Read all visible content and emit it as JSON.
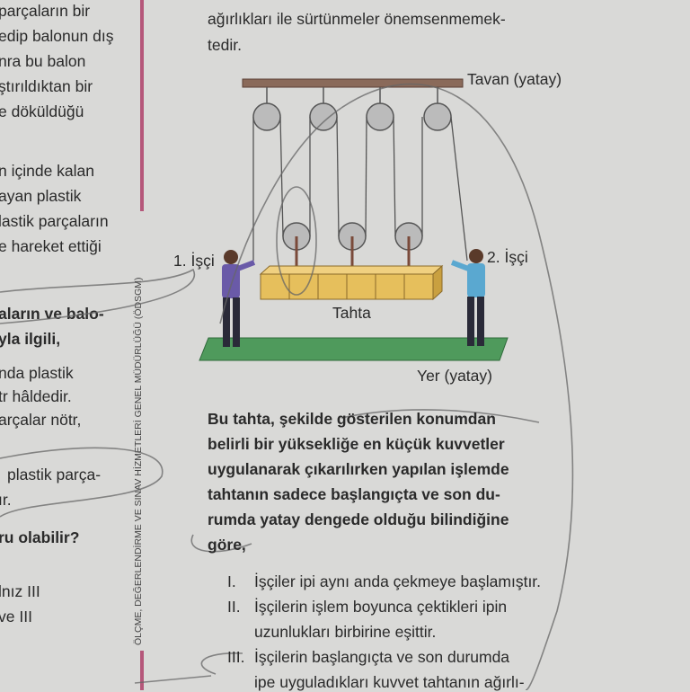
{
  "left_column": {
    "lines": [
      "parçaların bir",
      "edip balonun dış",
      "nra bu balon",
      "ştırıldıktan bir",
      "e döküldüğü",
      "n içinde kalan",
      "ayan plastik",
      "lastik parçaların",
      "e hareket ettiği"
    ],
    "bold_lines": [
      "aların ve balo-",
      "yla ilgili,"
    ],
    "lines2": [
      "nda plastik",
      "tr hâldedir.",
      "arçalar nötr,",
      "plastik parça-",
      "ır."
    ],
    "question": "ru olabilir?",
    "options": [
      "lnız III",
      "ve III"
    ]
  },
  "side_text": "ÖLÇME, DEĞERLENDİRME VE SINAV HİZMETLERİ GENEL MÜDÜRLÜĞÜ  (ÖDSGM)",
  "main": {
    "intro_lines": [
      "ağırlıkları ile sürtünmeler önemsenmemek-",
      "tedir."
    ],
    "figure": {
      "ceiling": "Tavan (yatay)",
      "worker1": "1. İşçi",
      "worker2": "2. İşçi",
      "board": "Tahta",
      "ground": "Yer (yatay)"
    },
    "question_lines": [
      "Bu tahta, şekilde gösterilen konumdan",
      "belirli bir yüksekliğe en küçük kuvvetler",
      "uygulanarak çıkarılırken yapılan işlemde",
      "tahtanın sadece başlangıçta ve son du-",
      "rumda yatay dengede olduğu bilindiğine",
      "göre,"
    ],
    "statements": [
      {
        "num": "I.",
        "lines": [
          "İşçiler ipi aynı anda çekmeye başlamıştır."
        ]
      },
      {
        "num": "II.",
        "lines": [
          "İşçilerin işlem boyunca çektikleri ipin",
          "uzunlukları birbirine eşittir."
        ]
      },
      {
        "num": "III.",
        "lines": [
          "İşçilerin başlangıçta ve son durumda",
          "ipe uyguladıkları kuvvet tahtanın ağırlı-"
        ]
      }
    ]
  },
  "colors": {
    "accent": "#b5577a",
    "board": "#e6bf5c",
    "ground": "#4f9a5c",
    "ceiling": "#8a6a5a"
  }
}
